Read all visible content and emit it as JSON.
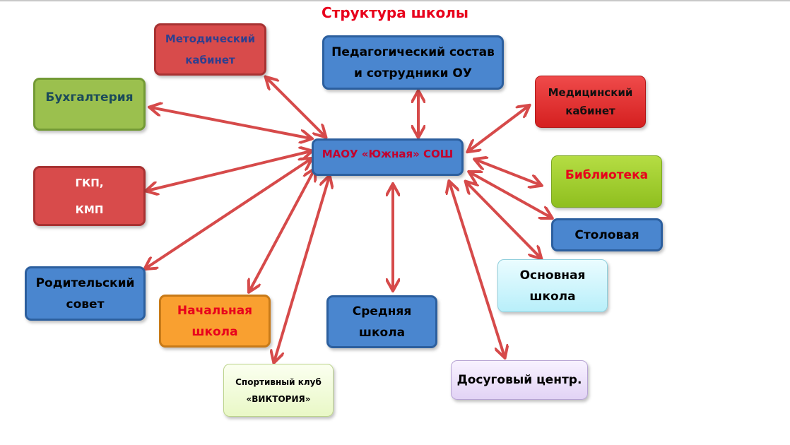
{
  "title": "Структура школы",
  "center": "МАОУ «Южная» СОШ",
  "nodes": {
    "metod": [
      "Методический",
      "кабинет"
    ],
    "ped": [
      "Педагогический состав",
      "и сотрудники ОУ"
    ],
    "buh": [
      "Бухгалтерия"
    ],
    "med": [
      "Медицинский",
      "кабинет"
    ],
    "bib": [
      "Библиотека"
    ],
    "gkp": [
      "ГКП,",
      "КМП"
    ],
    "stol": [
      "Столовая"
    ],
    "osn": [
      "Основная",
      "школа"
    ],
    "rod": [
      "Родительский",
      "совет"
    ],
    "nach": [
      "Начальная",
      "школа"
    ],
    "sred": [
      "Средняя",
      "школа"
    ],
    "sport": [
      "Спортивный клуб",
      "«ВИКТОРИЯ»"
    ],
    "dos": [
      "Досуговый центр."
    ]
  },
  "colors": {
    "arrow": "#d64a4a",
    "title": "#e8001c"
  }
}
